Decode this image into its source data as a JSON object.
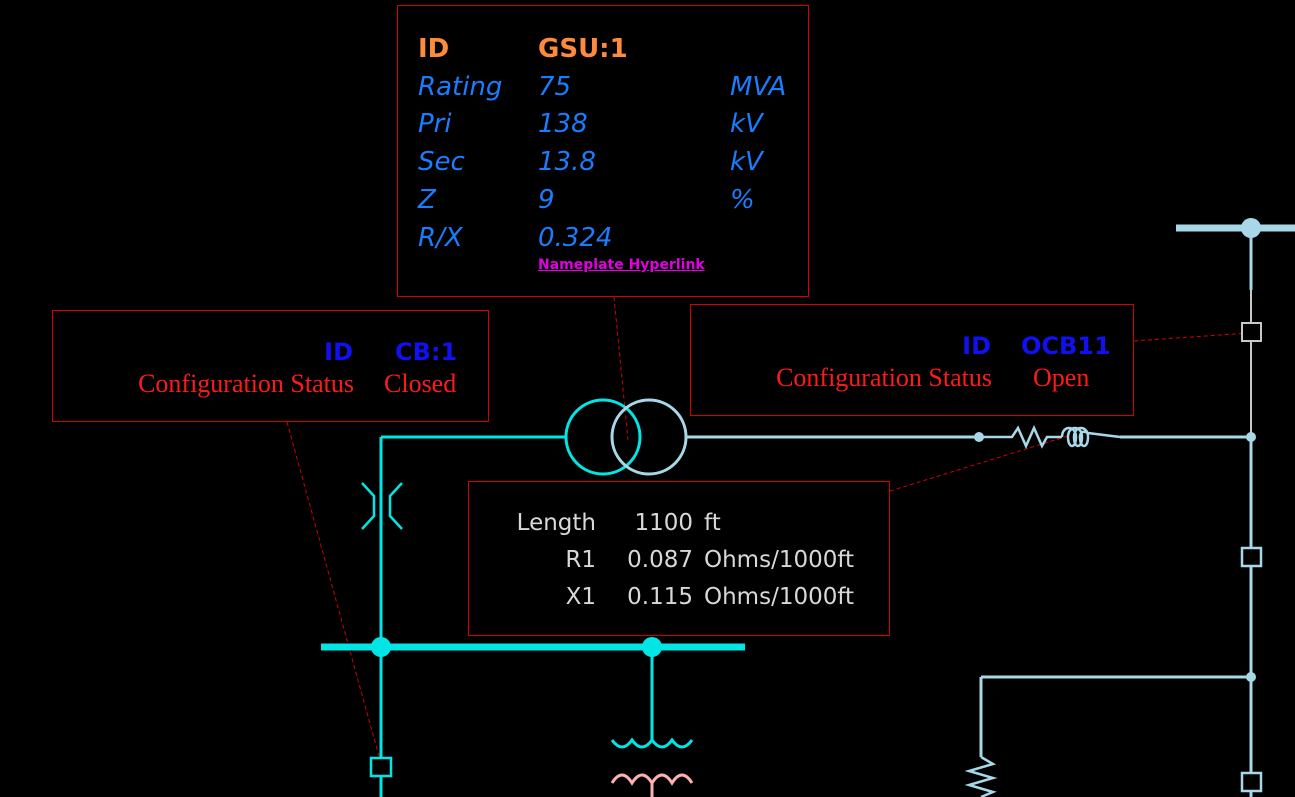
{
  "colors": {
    "background": "#000000",
    "bus_cyan": "#00e6e6",
    "bus_lightblue": "#a8d8e8",
    "box_border": "#d40000",
    "id_label_orange": "#ff8a3d",
    "param_blue": "#1a7cff",
    "link_magenta": "#e000e0",
    "cb_id_blue": "#1010f0",
    "status_red": "#ff1a1a",
    "cable_text": "#d8d8d8",
    "pink_winding": "#ffb0b0"
  },
  "gsu": {
    "id_label": "ID",
    "id_value": "GSU:1",
    "rows": [
      {
        "label": "Rating",
        "value": "75",
        "unit": "MVA"
      },
      {
        "label": "Pri",
        "value": "138",
        "unit": "kV"
      },
      {
        "label": "Sec",
        "value": "13.8",
        "unit": "kV"
      },
      {
        "label": "Z",
        "value": "9",
        "unit": "%"
      },
      {
        "label": "R/X",
        "value": "0.324",
        "unit": ""
      }
    ],
    "link_text": "Nameplate Hyperlink"
  },
  "cb1": {
    "id_label": "ID",
    "id_value": "CB:1",
    "status_label": "Configuration Status",
    "status_value": "Closed"
  },
  "ocb11": {
    "id_label": "ID",
    "id_value": "OCB11",
    "status_label": "Configuration Status",
    "status_value": "Open"
  },
  "cable": {
    "rows": [
      {
        "label": "Length",
        "value": "1100",
        "unit": "ft"
      },
      {
        "label": "R1",
        "value": "0.087",
        "unit": "Ohms/1000ft"
      },
      {
        "label": "X1",
        "value": "0.115",
        "unit": "Ohms/1000ft"
      }
    ]
  }
}
